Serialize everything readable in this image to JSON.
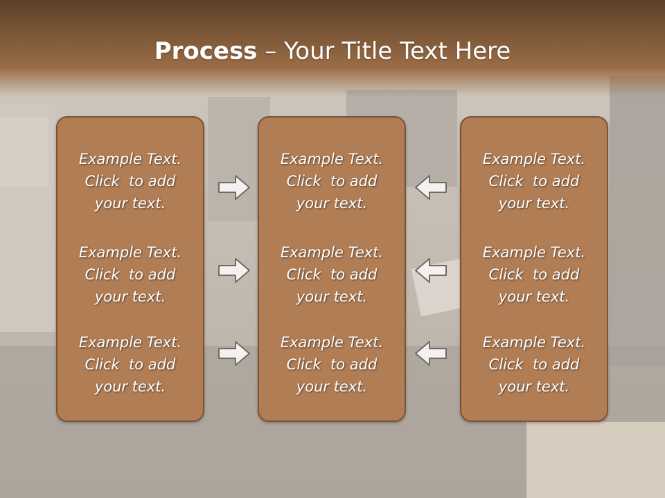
{
  "slide": {
    "title_bold": "Process",
    "title_rest": " – Your Title Text Here"
  },
  "columns": [
    {
      "blocks": [
        {
          "l1": "Example Text.",
          "l2": "Click  to add",
          "l3": "your text."
        },
        {
          "l1": "Example Text.",
          "l2": "Click  to add",
          "l3": "your text."
        },
        {
          "l1": "Example Text.",
          "l2": "Click  to add",
          "l3": "your text."
        }
      ]
    },
    {
      "blocks": [
        {
          "l1": "Example Text.",
          "l2": "Click  to add",
          "l3": "your text."
        },
        {
          "l1": "Example Text.",
          "l2": "Click  to add",
          "l3": "your text."
        },
        {
          "l1": "Example Text.",
          "l2": "Click  to add",
          "l3": "your text."
        }
      ]
    },
    {
      "blocks": [
        {
          "l1": "Example Text.",
          "l2": "Click  to add",
          "l3": "your text."
        },
        {
          "l1": "Example Text.",
          "l2": "Click  to add",
          "l3": "your text."
        },
        {
          "l1": "Example Text.",
          "l2": "Click  to add",
          "l3": "your text."
        }
      ]
    }
  ],
  "arrows": {
    "left_group": "arrow-right-icon",
    "right_group": "arrow-left-icon"
  },
  "colors": {
    "box_fill": "#b07d55",
    "box_border": "#7a5233",
    "title_band": "#7b5636"
  }
}
